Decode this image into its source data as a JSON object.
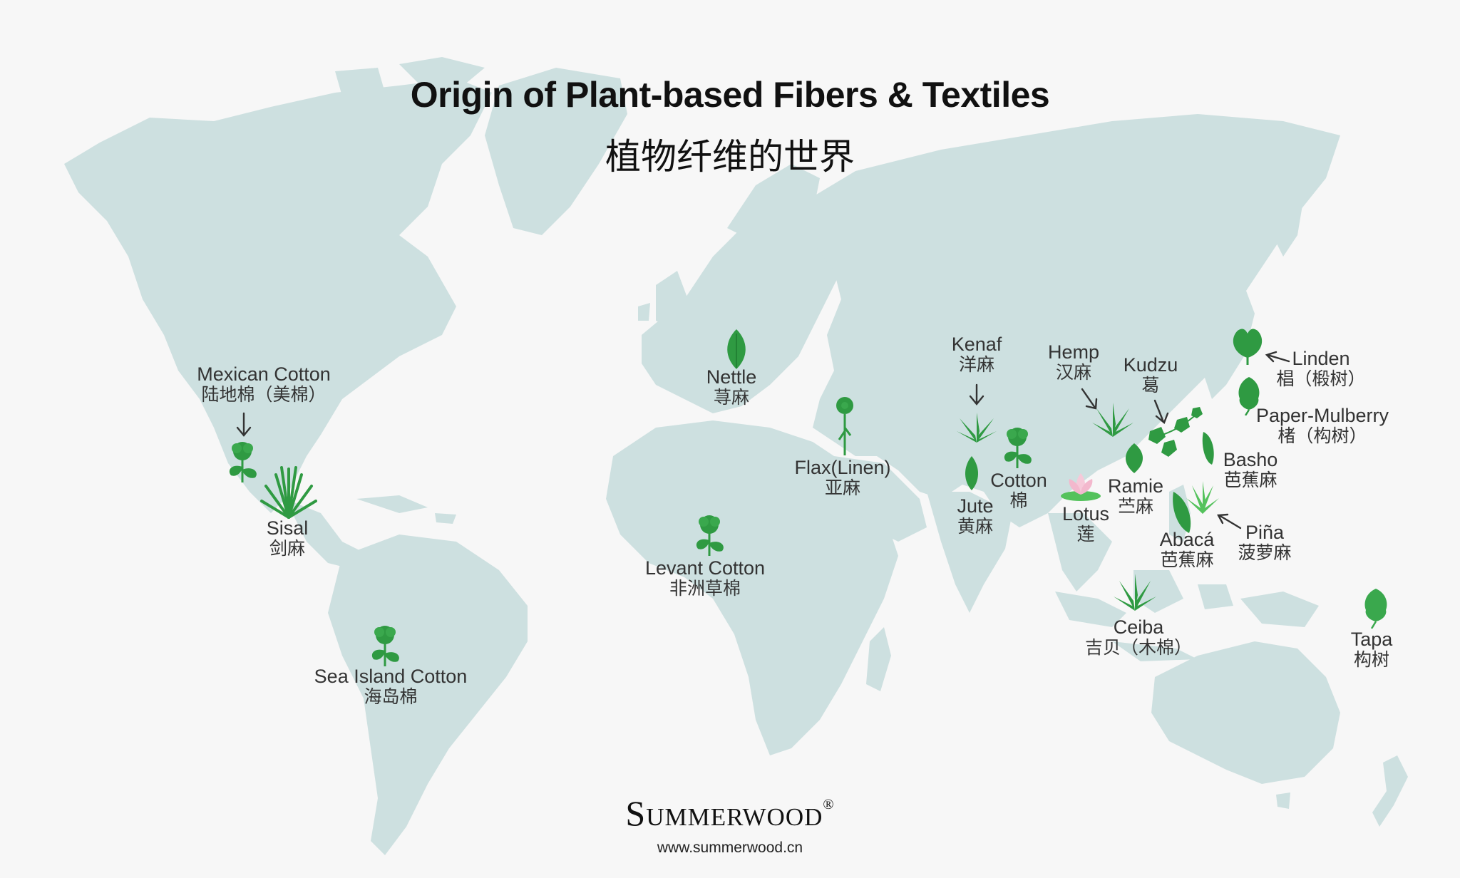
{
  "title": "Origin of Plant-based Fibers & Textiles",
  "subtitle": "植物纤维的世界",
  "brand": {
    "name": "Summerwood",
    "mark": "®",
    "url": "www.summerwood.cn"
  },
  "colors": {
    "land": "#cde0e0",
    "background": "#f7f7f7",
    "plant": "#2f9a42",
    "plant_light": "#54c25c",
    "lotus": "#f6c9d9"
  },
  "fibers": [
    {
      "id": "mexican-cotton",
      "en": "Mexican Cotton",
      "zh": "陆地棉（美棉）",
      "icon": "cotton-boll-icon"
    },
    {
      "id": "sisal",
      "en": "Sisal",
      "zh": "剑麻",
      "icon": "agave-icon"
    },
    {
      "id": "sea-island-cotton",
      "en": "Sea Island Cotton",
      "zh": "海岛棉",
      "icon": "cotton-boll-icon"
    },
    {
      "id": "nettle",
      "en": "Nettle",
      "zh": "荨麻",
      "icon": "nettle-leaf-icon"
    },
    {
      "id": "flax",
      "en": "Flax(Linen)",
      "zh": "亚麻",
      "icon": "flax-flower-icon"
    },
    {
      "id": "levant-cotton",
      "en": "Levant Cotton",
      "zh": "非洲草棉",
      "icon": "cotton-boll-icon"
    },
    {
      "id": "kenaf",
      "en": "Kenaf",
      "zh": "洋麻",
      "icon": "kenaf-leaf-icon"
    },
    {
      "id": "jute",
      "en": "Jute",
      "zh": "黄麻",
      "icon": "jute-leaf-icon"
    },
    {
      "id": "cotton",
      "en": "Cotton",
      "zh": "棉",
      "icon": "cotton-boll-icon"
    },
    {
      "id": "hemp",
      "en": "Hemp",
      "zh": "汉麻",
      "icon": "hemp-leaf-icon"
    },
    {
      "id": "lotus",
      "en": "Lotus",
      "zh": "莲",
      "icon": "lotus-flower-icon"
    },
    {
      "id": "ramie",
      "en": "Ramie",
      "zh": "苎麻",
      "icon": "ramie-leaf-icon"
    },
    {
      "id": "kudzu",
      "en": "Kudzu",
      "zh": "葛",
      "icon": "kudzu-vine-icon"
    },
    {
      "id": "linden",
      "en": "Linden",
      "zh": "椙（椴树）",
      "icon": "linden-leaf-icon"
    },
    {
      "id": "paper-mulberry",
      "en": "Paper-Mulberry",
      "zh": "楮（构树）",
      "icon": "mulberry-leaf-icon"
    },
    {
      "id": "basho",
      "en": "Basho",
      "zh": "芭蕉麻",
      "icon": "banana-leaf-icon"
    },
    {
      "id": "abaca",
      "en": "Abacá",
      "zh": "芭蕉麻",
      "icon": "abaca-leaf-icon"
    },
    {
      "id": "pina",
      "en": "Piña",
      "zh": "菠萝麻",
      "icon": "pineapple-leaf-icon"
    },
    {
      "id": "ceiba",
      "en": "Ceiba",
      "zh": "吉贝（木棉）",
      "icon": "ceiba-leaf-icon"
    },
    {
      "id": "tapa",
      "en": "Tapa",
      "zh": "构树",
      "icon": "tapa-leaf-icon"
    }
  ]
}
